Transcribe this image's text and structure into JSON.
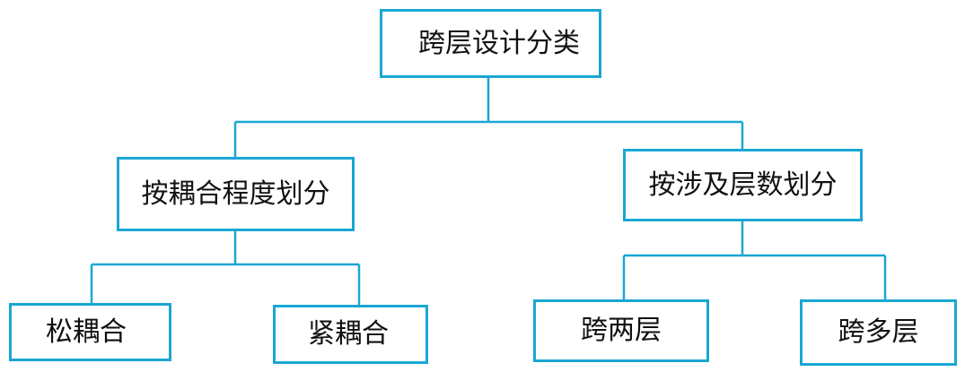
{
  "diagram": {
    "line_color": "#1aa7d4",
    "root": {
      "label": "跨层设计分类"
    },
    "branches": [
      {
        "label": "按耦合程度划分",
        "children": [
          {
            "label": "松耦合"
          },
          {
            "label": "紧耦合"
          }
        ]
      },
      {
        "label": "按涉及层数划分",
        "children": [
          {
            "label": "跨两层"
          },
          {
            "label": "跨多层"
          }
        ]
      }
    ]
  }
}
